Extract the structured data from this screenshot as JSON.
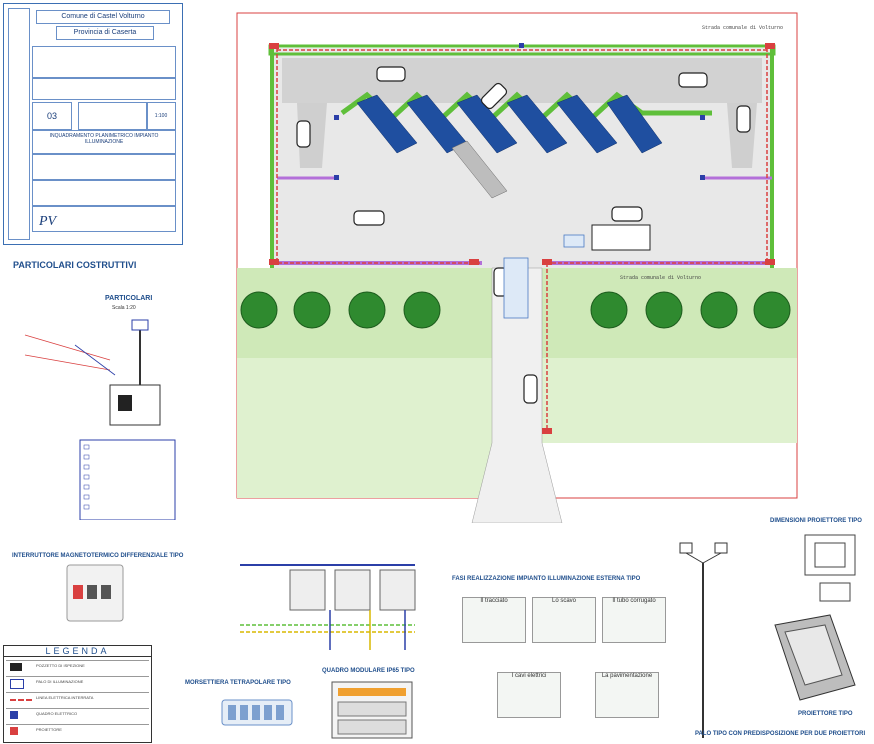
{
  "title_block": {
    "municipality": "Comune di Castel Volturno",
    "province": "Provincia di Caserta",
    "sheet_number": "03",
    "scale": "1:100",
    "drawing_title": "INQUADRAMENTO PLANIMETRICO IMPIANTO ILLUMINAZIONE"
  },
  "sections": {
    "construction_details": "PARTICOLARI COSTRUTTIVI",
    "details": "PARTICOLARI",
    "details_scale": "Scala 1:20",
    "breaker": "INTERRUTTORE MAGNETOTERMICO DIFFERENZIALE TIPO",
    "terminal_block": "MORSETTIERA TETRAPOLARE TIPO",
    "modular_panel": "QUADRO MODULARE IP65 TIPO",
    "phases": "FASI REALIZZAZIONE IMPIANTO ILLUMINAZIONE ESTERNA TIPO",
    "projector_dims": "DIMENSIONI PROIETTORE TIPO",
    "projector": "PROIETTORE TIPO",
    "pole": "PALO TIPO CON PREDISPOSIZIONE PER DUE PROIETTORI"
  },
  "phases": [
    "Il tracciato",
    "Lo scavo",
    "Il tubo corrugato",
    "I cavi elettrici",
    "La pavimentazione"
  ],
  "plan_labels": {
    "road_top": "Strada comunale di Volturno",
    "road_bottom": "Strada comunale di Volturno"
  },
  "legend": {
    "title": "LEGENDA",
    "items": [
      {
        "symbol": "junction-box-icon",
        "text": "POZZETTO DI ISPEZIONE"
      },
      {
        "symbol": "pole-icon",
        "text": "PALO DI ILLUMINAZIONE"
      },
      {
        "symbol": "cable-line",
        "text": "LINEA ELETTRICA INTERRATA"
      },
      {
        "symbol": "panel-icon",
        "text": "QUADRO ELETTRICO"
      },
      {
        "symbol": "projector-icon",
        "text": "PROIETTORE"
      }
    ]
  },
  "colors": {
    "boundary": "#d94040",
    "parking_green": "#5fbf3a",
    "parking_purple": "#b36fd9",
    "solar_blue": "#1f4fa0",
    "lawn": "#d9efc3",
    "paving": "#e8e8e8",
    "title_blue": "#1f4e8c"
  }
}
